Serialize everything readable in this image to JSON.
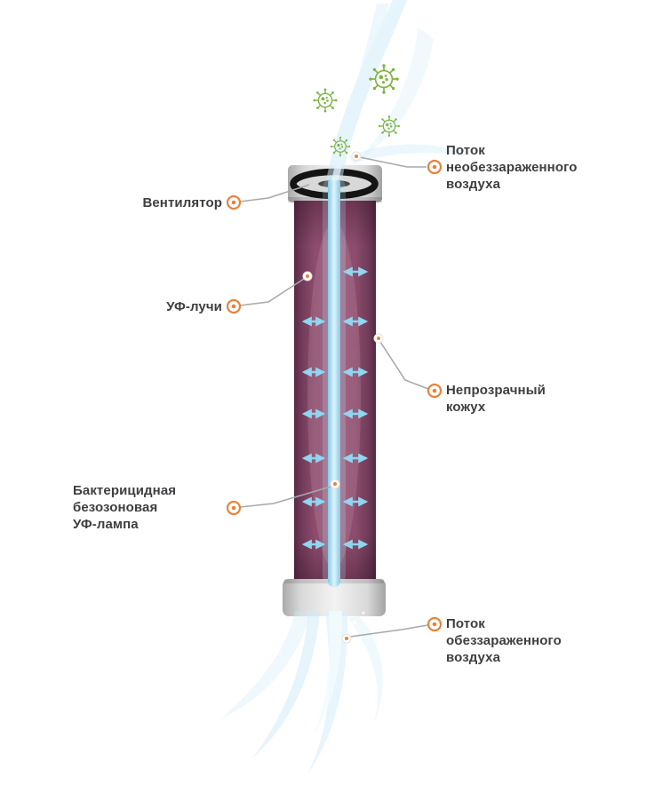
{
  "diagram": {
    "labels": {
      "inflow": "Поток\nнеобеззараженного\nвоздуха",
      "fan": "Вентилятор",
      "uv_rays": "УФ-лучи",
      "casing": "Непрозрачный\nкожух",
      "lamp": "Бактерицидная\nбезозоновая\nУФ-лампа",
      "outflow": "Поток\nобеззараженного\nвоздуха"
    },
    "colors": {
      "accent_orange": "#E8833A",
      "tube_purple": "#8D4C6D",
      "lamp_blue": "#A8DCF2",
      "arrow_blue": "#8FD6F0",
      "stream_blue": "#CDEAF7",
      "virus_green": "#7CB342",
      "leader_gray": "#A8A8A8",
      "text": "#3E3E40",
      "cap_gray": "#D9D9D9"
    },
    "icons": {
      "marker": "target-marker-icon",
      "virus": "virus-icon",
      "fan": "fan-icon"
    }
  }
}
